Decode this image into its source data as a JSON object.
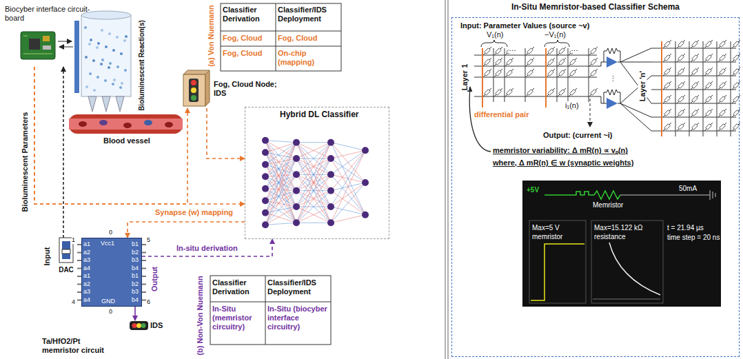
{
  "diagram": {
    "nodes": [
      {
        "text": [
          "Biocyber interface circuit-board"
        ]
      },
      {
        "text": [
          "Fog, Cloud Node; IDS"
        ]
      },
      {
        "text": [
          "Hybrid DL Classifier"
        ]
      },
      {
        "text": [
          "DAC"
        ]
      },
      {
        "text": [
          "Ta/HfO2/Pt memristor circuit"
        ]
      },
      {
        "text": [
          "IDS"
        ]
      },
      {
        "text": [
          "In-Situ Memristor-based Classifier Schema"
        ]
      }
    ],
    "edges": [
      {
        "from": 0,
        "to": 1,
        "arrow": "to"
      },
      {
        "from": 0,
        "to": 2,
        "arrow": "to"
      },
      {
        "from": 1,
        "to": 2,
        "arrow": "to"
      },
      {
        "from": 2,
        "to": 4,
        "label": "Synapse (w) mapping",
        "arrow": "to"
      },
      {
        "from": 4,
        "to": 2,
        "label": "In-situ derivation",
        "arrow": "to"
      },
      {
        "from": 4,
        "to": 5,
        "label": "Output",
        "arrow": "to"
      },
      {
        "from": 3,
        "to": 0,
        "arrow": "to"
      }
    ],
    "labels": [
      "Bioluminescent Reaction(s)",
      "Blood vessel",
      "Bioluminescent Parameters",
      "Input",
      "(a) Von Nuemann",
      "Classifier Derivation",
      "Classifier/IDS Deployment",
      "Fog, Cloud",
      "Fog, Cloud",
      "Fog, Cloud",
      "On-chip (mapping)",
      "(b) Non-Von Nuemann",
      "Classifier Derivation",
      "Classifier/IDS Deployment",
      "In-Situ (memristor circuitry)",
      "In-Situ (biocyber interface circuitry)",
      "a1",
      "a2",
      "a3",
      "a4",
      "a1",
      "a2",
      "a3",
      "a4",
      "Vcc1",
      "b1",
      "b2",
      "b3",
      "b4",
      "b1",
      "b2",
      "b3",
      "b4",
      "GND",
      "1",
      "4",
      "0",
      "0",
      "5",
      "6",
      "Input: Parameter Values (source ~v)",
      "V₁(n)",
      "−V₁(n)",
      "Layer 1",
      "Layer 'n'",
      "i₁(n)",
      "…",
      "…",
      "⋮",
      "differential pair",
      "Output: (current ~i)",
      "memristor variability: Δ mR(n) ∝ vₙ(n)",
      "where, Δ mR(n) ∈ w (synaptic weights)",
      "+5V",
      "50mA",
      "Memristor",
      "Max=5 V",
      "memristor",
      "Max=15.122 kΩ",
      "resistance",
      "t = 21.94 µs",
      "time step = 20 ns"
    ]
  }
}
